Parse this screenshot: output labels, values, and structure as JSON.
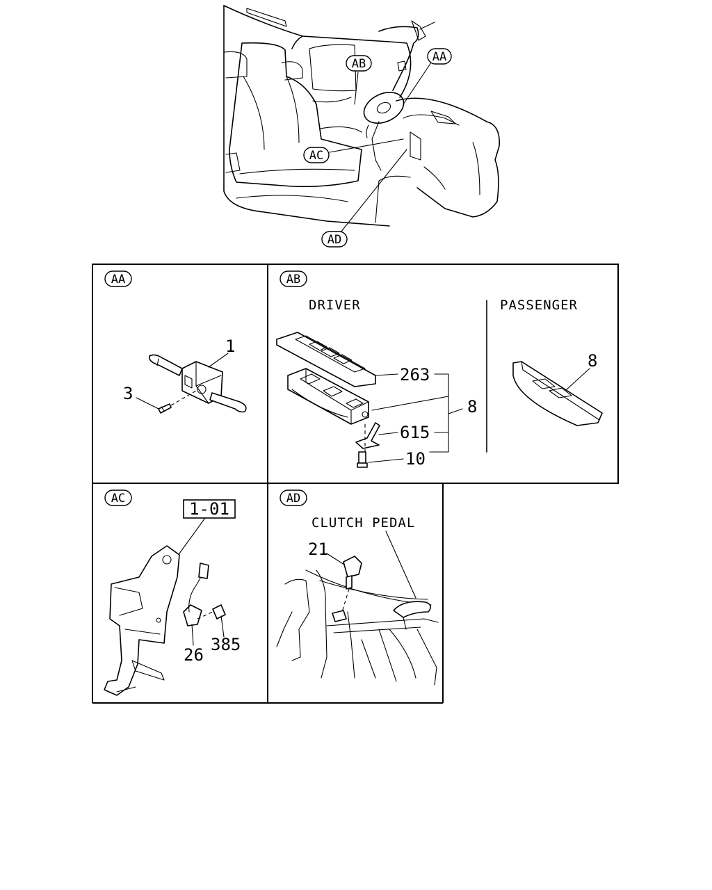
{
  "overview": {
    "callouts": {
      "aa": "AA",
      "ab": "AB",
      "ac": "AC",
      "ad": "AD"
    }
  },
  "panels": {
    "aa": {
      "tag": "AA",
      "parts": {
        "switch": "1",
        "screw": "3"
      }
    },
    "ab": {
      "tag": "AB",
      "driver_label": "DRIVER",
      "passenger_label": "PASSENGER",
      "parts": {
        "bezel": "263",
        "assembly": "8",
        "clip": "615",
        "screw": "10",
        "passenger_switch": "8"
      }
    },
    "ac": {
      "tag": "AC",
      "reference_box": "1-01",
      "parts": {
        "switch": "26",
        "screw": "385"
      }
    },
    "ad": {
      "tag": "AD",
      "clutch_label": "CLUTCH PEDAL",
      "parts": {
        "switch": "21"
      }
    }
  }
}
